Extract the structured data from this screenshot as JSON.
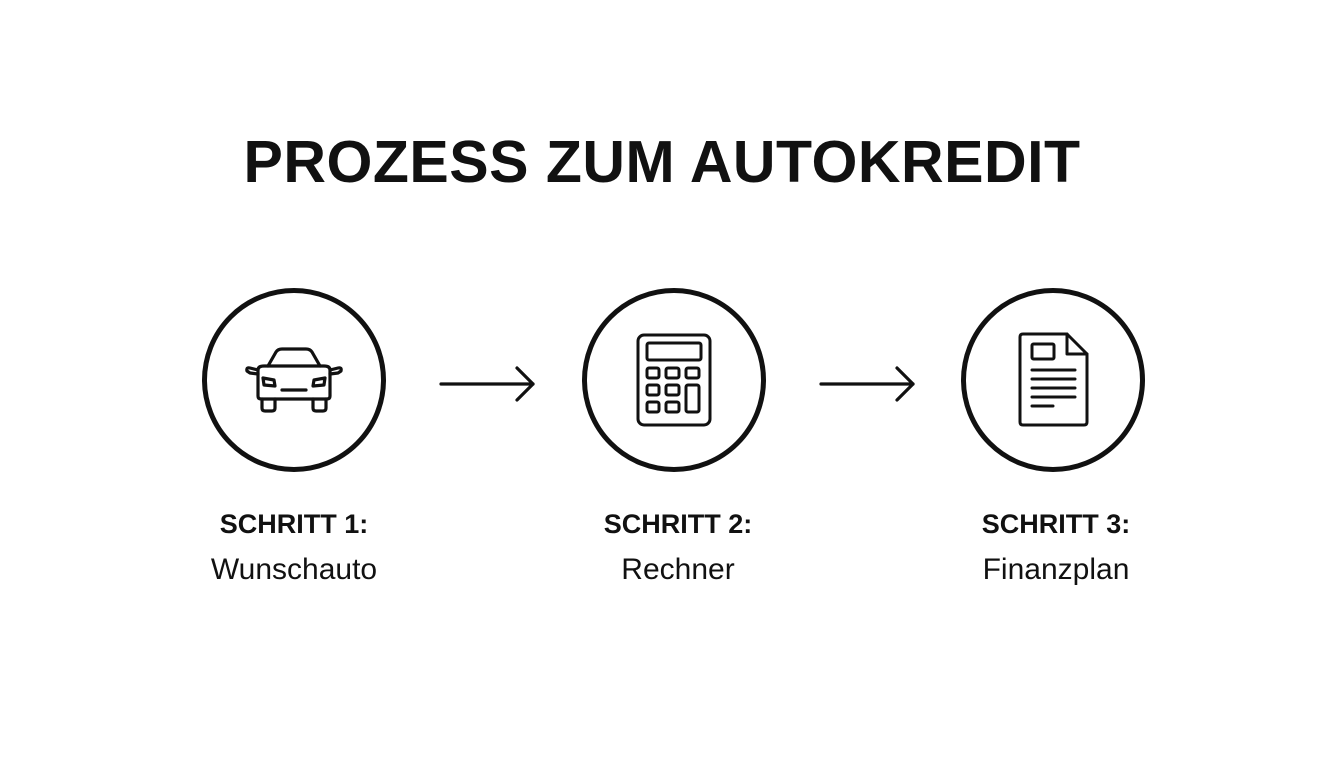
{
  "title": "PROZESS ZUM AUTOKREDIT",
  "steps": [
    {
      "number": "SCHRITT 1:",
      "name": "Wunschauto",
      "icon": "car-icon"
    },
    {
      "number": "SCHRITT 2:",
      "name": "Rechner",
      "icon": "calculator-icon"
    },
    {
      "number": "SCHRITT 3:",
      "name": "Finanzplan",
      "icon": "document-icon"
    }
  ],
  "connectors": [
    "arrow-right-icon",
    "arrow-right-icon"
  ],
  "colors": {
    "stroke": "#111111",
    "background": "#ffffff"
  }
}
